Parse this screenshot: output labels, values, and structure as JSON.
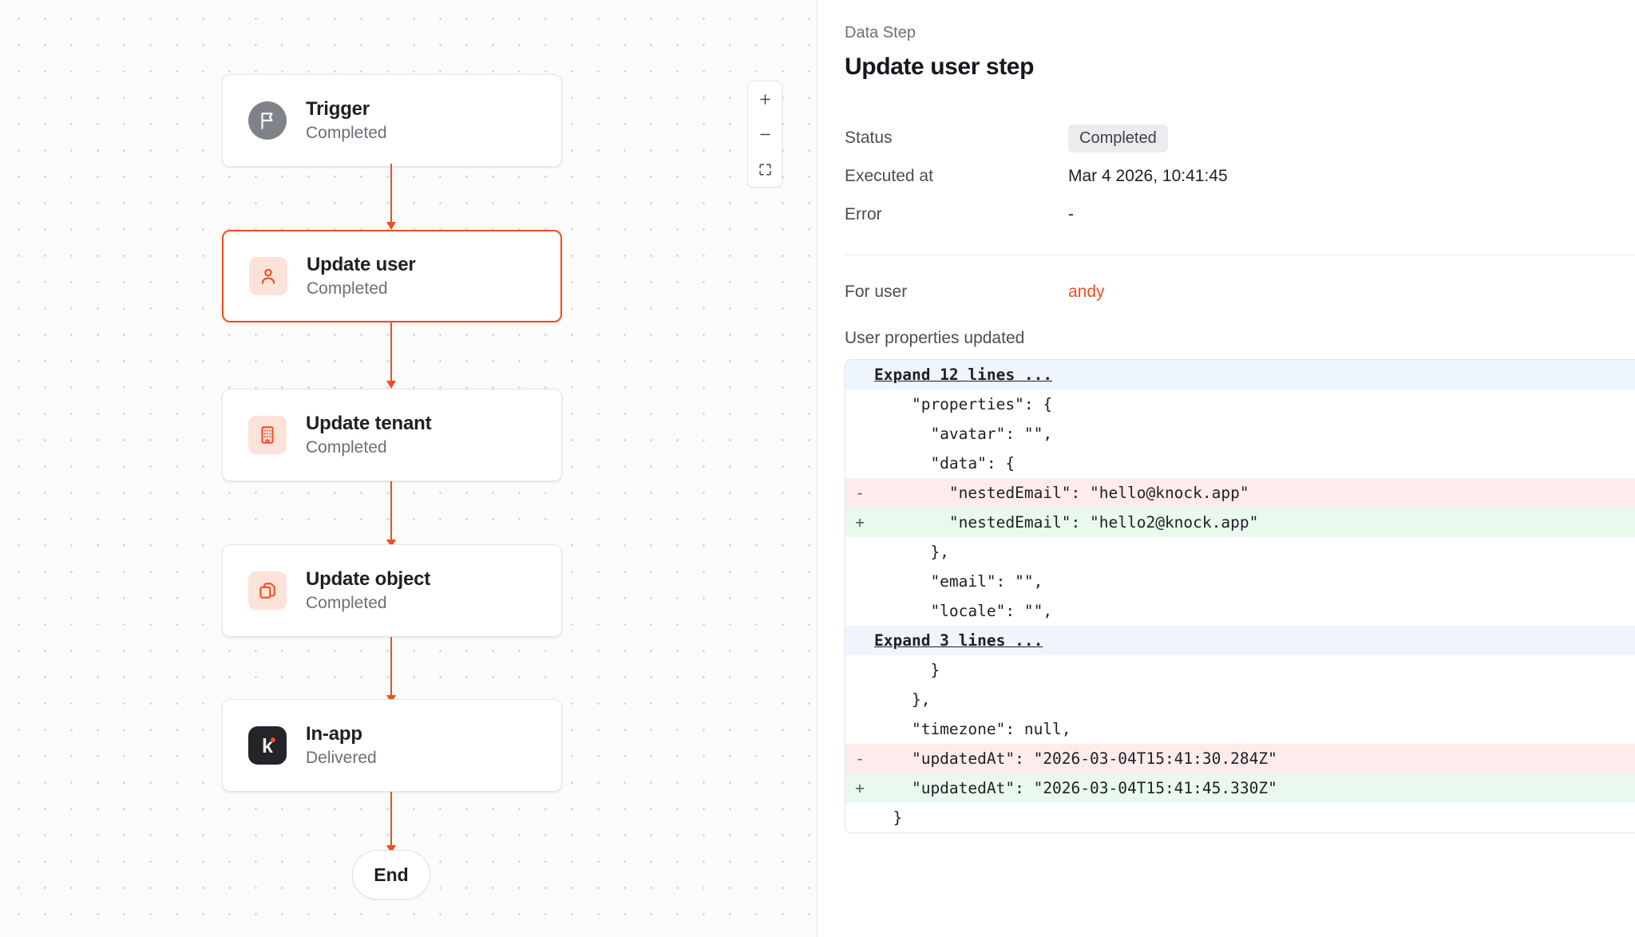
{
  "canvas": {
    "zoom_controls": {
      "zoom_in_label": "+",
      "zoom_out_label": "−",
      "fit_view_label": "fit-view"
    },
    "nodes": [
      {
        "title": "Trigger",
        "status": "Completed",
        "icon": "flag-icon"
      },
      {
        "title": "Update user",
        "status": "Completed",
        "icon": "user-icon"
      },
      {
        "title": "Update tenant",
        "status": "Completed",
        "icon": "building-icon"
      },
      {
        "title": "Update object",
        "status": "Completed",
        "icon": "copy-icon"
      },
      {
        "title": "In-app",
        "status": "Delivered",
        "icon": "knock-logo-icon"
      }
    ],
    "end_node_label": "End"
  },
  "panel": {
    "eyebrow": "Data Step",
    "title": "Update user step",
    "rows": [
      {
        "key": "Status",
        "value": "Completed"
      },
      {
        "key": "Executed at",
        "value": "Mar 4 2026, 10:41:45"
      },
      {
        "key": "Error",
        "value": "-"
      }
    ],
    "for_user_key": "For user",
    "for_user_value": "andy",
    "diff_label": "User properties updated"
  },
  "diff": {
    "lines": [
      {
        "type": "expand",
        "marker": "",
        "text": "Expand 12 lines ..."
      },
      {
        "type": "ctx",
        "marker": "",
        "text": "    \"properties\": {"
      },
      {
        "type": "ctx",
        "marker": "",
        "text": "      \"avatar\": \"\","
      },
      {
        "type": "ctx",
        "marker": "",
        "text": "      \"data\": {"
      },
      {
        "type": "del",
        "marker": "-",
        "text": "        \"nestedEmail\": \"hello@knock.app\""
      },
      {
        "type": "add",
        "marker": "+",
        "text": "        \"nestedEmail\": \"hello2@knock.app\""
      },
      {
        "type": "ctx",
        "marker": "",
        "text": "      },"
      },
      {
        "type": "ctx",
        "marker": "",
        "text": "      \"email\": \"\","
      },
      {
        "type": "ctx",
        "marker": "",
        "text": "      \"locale\": \"\","
      },
      {
        "type": "expand",
        "marker": "",
        "text": "Expand 3 lines ..."
      },
      {
        "type": "ctx",
        "marker": "",
        "text": "      }"
      },
      {
        "type": "ctx",
        "marker": "",
        "text": "    },"
      },
      {
        "type": "ctx",
        "marker": "",
        "text": "    \"timezone\": null,"
      },
      {
        "type": "del",
        "marker": "-",
        "text": "    \"updatedAt\": \"2026-03-04T15:41:30.284Z\""
      },
      {
        "type": "add",
        "marker": "+",
        "text": "    \"updatedAt\": \"2026-03-04T15:41:45.330Z\""
      },
      {
        "type": "ctx",
        "marker": "",
        "text": "  }"
      }
    ]
  },
  "colors": {
    "accent": "#f04e23",
    "added": "#e9f9ee",
    "removed": "#fdeceb",
    "expand": "#eef5fd"
  }
}
